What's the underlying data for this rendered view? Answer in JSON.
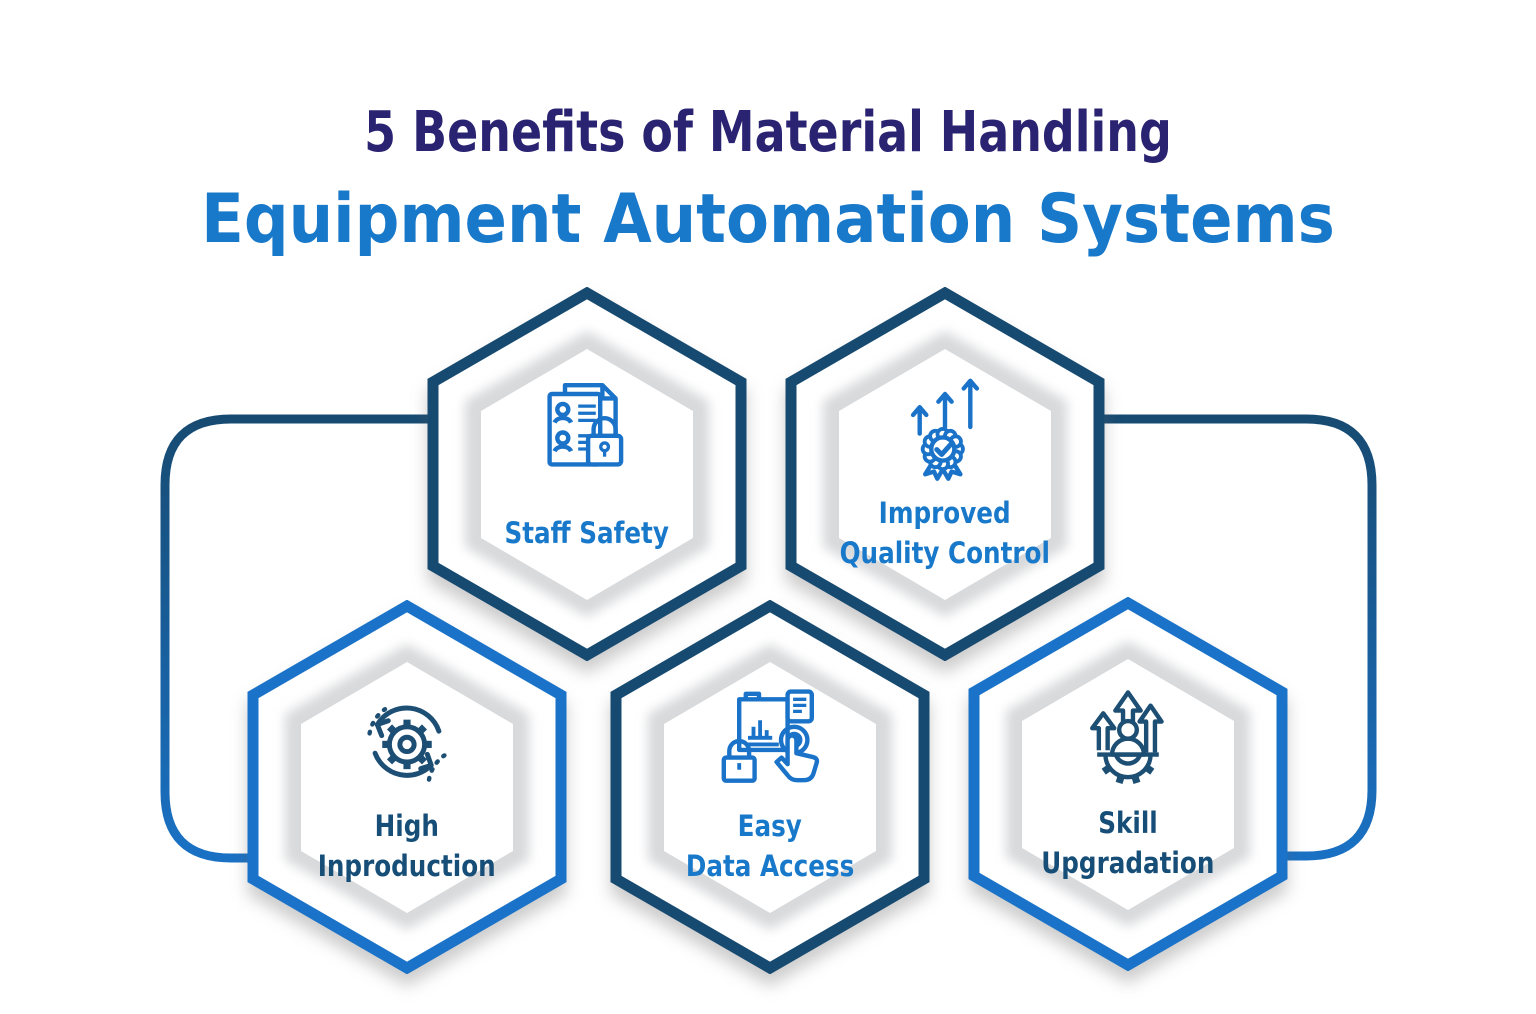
{
  "title": {
    "line1": "5 Benefits of Material Handling",
    "line2": "Equipment Automation Systems"
  },
  "colors": {
    "title_navy": "#2a2372",
    "accent_blue": "#1878c9",
    "hex_border_navy": "#174a70",
    "hex_border_blue": "#1a73c8",
    "label_navy": "#164e78",
    "icon_blue": "#1a73c8",
    "icon_navy": "#1d4e74",
    "shadow_gray": "#d8d9db",
    "connector_top": "#17496e",
    "connector_bottom": "#1a73c8"
  },
  "benefits": [
    {
      "label_line1": "Staff Safety",
      "label_line2": "",
      "icon": "document-people-lock-icon",
      "border": "navy",
      "text": "blue"
    },
    {
      "label_line1": "Improved",
      "label_line2": "Quality Control",
      "icon": "award-badge-rising-arrows-icon",
      "border": "navy",
      "text": "blue"
    },
    {
      "label_line1": "High",
      "label_line2": "Inproduction",
      "icon": "gear-cycle-arrows-icon",
      "border": "blue",
      "text": "navy"
    },
    {
      "label_line1": "Easy",
      "label_line2": "Data Access",
      "icon": "screen-touch-data-lock-icon",
      "border": "navy",
      "text": "blue"
    },
    {
      "label_line1": "Skill",
      "label_line2": "Upgradation",
      "icon": "person-gear-growth-arrows-icon",
      "border": "blue",
      "text": "navy"
    }
  ]
}
